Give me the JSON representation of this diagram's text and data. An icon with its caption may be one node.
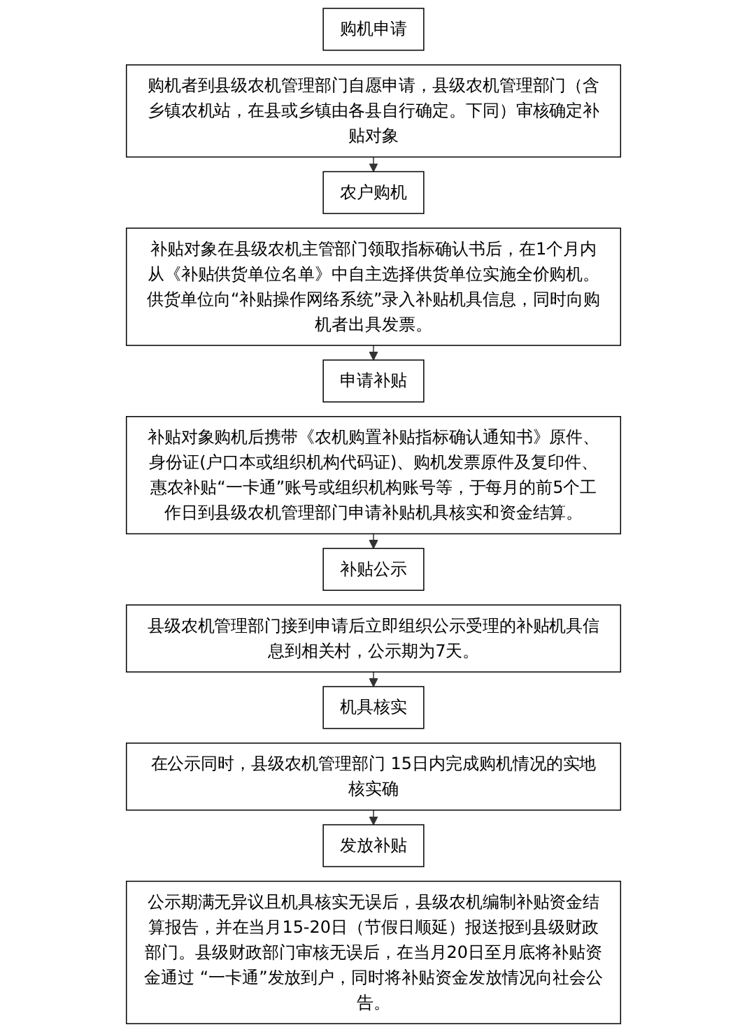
{
  "diagram": {
    "nodes": [
      {
        "text": [
          "购机申请"
        ]
      },
      {
        "text": [
          "购机者到县级农机管理部门自愿申请，县级农机管理部门（含乡镇农机站，在县或乡镇由各县自行确定。下同）审核确定补贴对象"
        ]
      },
      {
        "text": [
          "农户购机"
        ]
      },
      {
        "text": [
          "补贴对象在县级农机主管部门领取指标确认书后，在1个月内从《补贴供货单位名单》中自主选择供货单位实施全价购机。供货单位向“补贴操作网络系统”录入补贴机具信息，同时向购机者出具发票。"
        ]
      },
      {
        "text": [
          "申请补贴"
        ]
      },
      {
        "text": [
          "补贴对象购机后携带《农机购置补贴指标确认通知书》原件、身份证(户口本或组织机构代码证)、购机发票原件及复印件、惠农补贴“一卡通”账号或组织机构账号等，于每月的前5个工作日到县级农机管理部门申请补贴机具核实和资金结算。"
        ]
      },
      {
        "text": [
          "补贴公示"
        ]
      },
      {
        "text": [
          "县级农机管理部门接到申请后立即组织公示受理的补贴机具信息到相关村，公示期为7天。"
        ]
      },
      {
        "text": [
          "机具核实"
        ]
      },
      {
        "text": [
          "在公示同时，县级农机管理部门 15日内完成购机情况的实地核实确"
        ]
      },
      {
        "text": [
          "发放补贴"
        ]
      },
      {
        "text": [
          "公示期满无异议且机具核实无误后，县级农机编制补贴资金结算报告，并在当月15-20日（节假日顺延）报送报到县级财政部门。县级财政部门审核无误后，在当月20日至月底将补贴资金通过 “一卡通”发放到户，同时将补贴资金发放情况向社会公告。"
        ]
      }
    ],
    "edges": [
      {
        "from": 1,
        "to": 2,
        "arrow": "to"
      },
      {
        "from": 3,
        "to": 4,
        "arrow": "to"
      },
      {
        "from": 5,
        "to": 6,
        "arrow": "to"
      },
      {
        "from": 7,
        "to": 8,
        "arrow": "to"
      },
      {
        "from": 9,
        "to": 10,
        "arrow": "to"
      }
    ]
  }
}
